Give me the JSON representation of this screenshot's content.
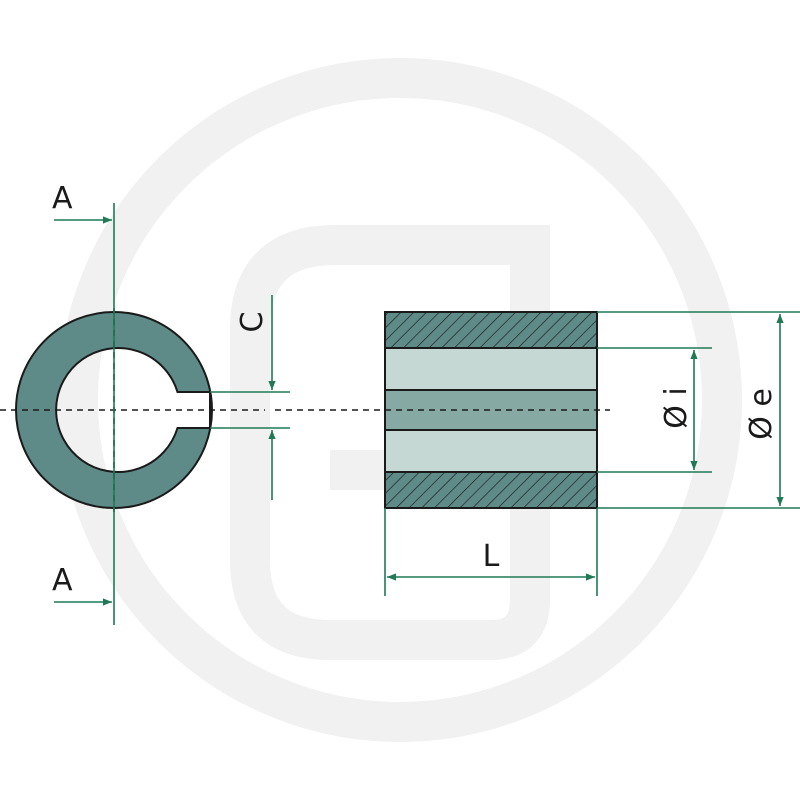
{
  "drawing": {
    "title": "",
    "section_label_top": "A",
    "section_label_bottom": "A",
    "dim_keyway": "C",
    "dim_inner_diameter": "Ø i",
    "dim_outer_diameter": "Ø e",
    "dim_length": "L"
  },
  "colors": {
    "body_fill": "#5e8a87",
    "bore_fill": "#c5d8d3",
    "key_fill": "#86a9a4",
    "outline": "#1a1a1a",
    "dimension_line": "#1f7a55",
    "watermark": "#f3f3f3"
  },
  "watermark": {
    "icon": "brand-g-logo-watermark"
  }
}
